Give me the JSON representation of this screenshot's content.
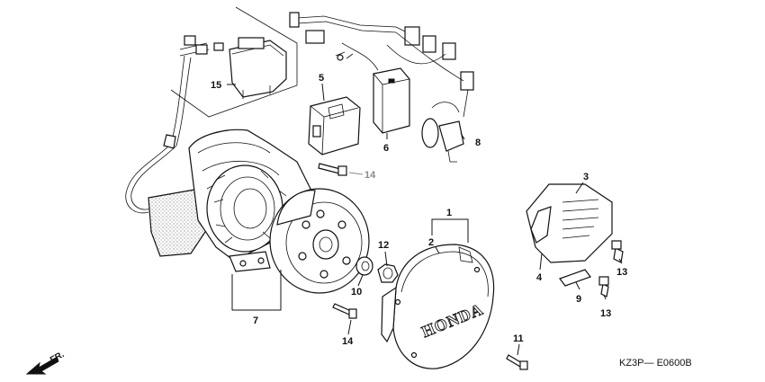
{
  "diagram": {
    "callouts": {
      "p1": "1",
      "p2": "2",
      "p3": "3",
      "p4": "4",
      "p5": "5",
      "p6": "6",
      "p7": "7",
      "p8": "8",
      "p9": "9",
      "p10": "10",
      "p11": "11",
      "p12": "12",
      "p13a": "13",
      "p13b": "13",
      "p14a": "14",
      "p14b": "14",
      "p15": "15"
    },
    "diagram_code": "KZ3P— E0600B",
    "direction_label": "FR.",
    "cover_logo": "HONDA"
  }
}
